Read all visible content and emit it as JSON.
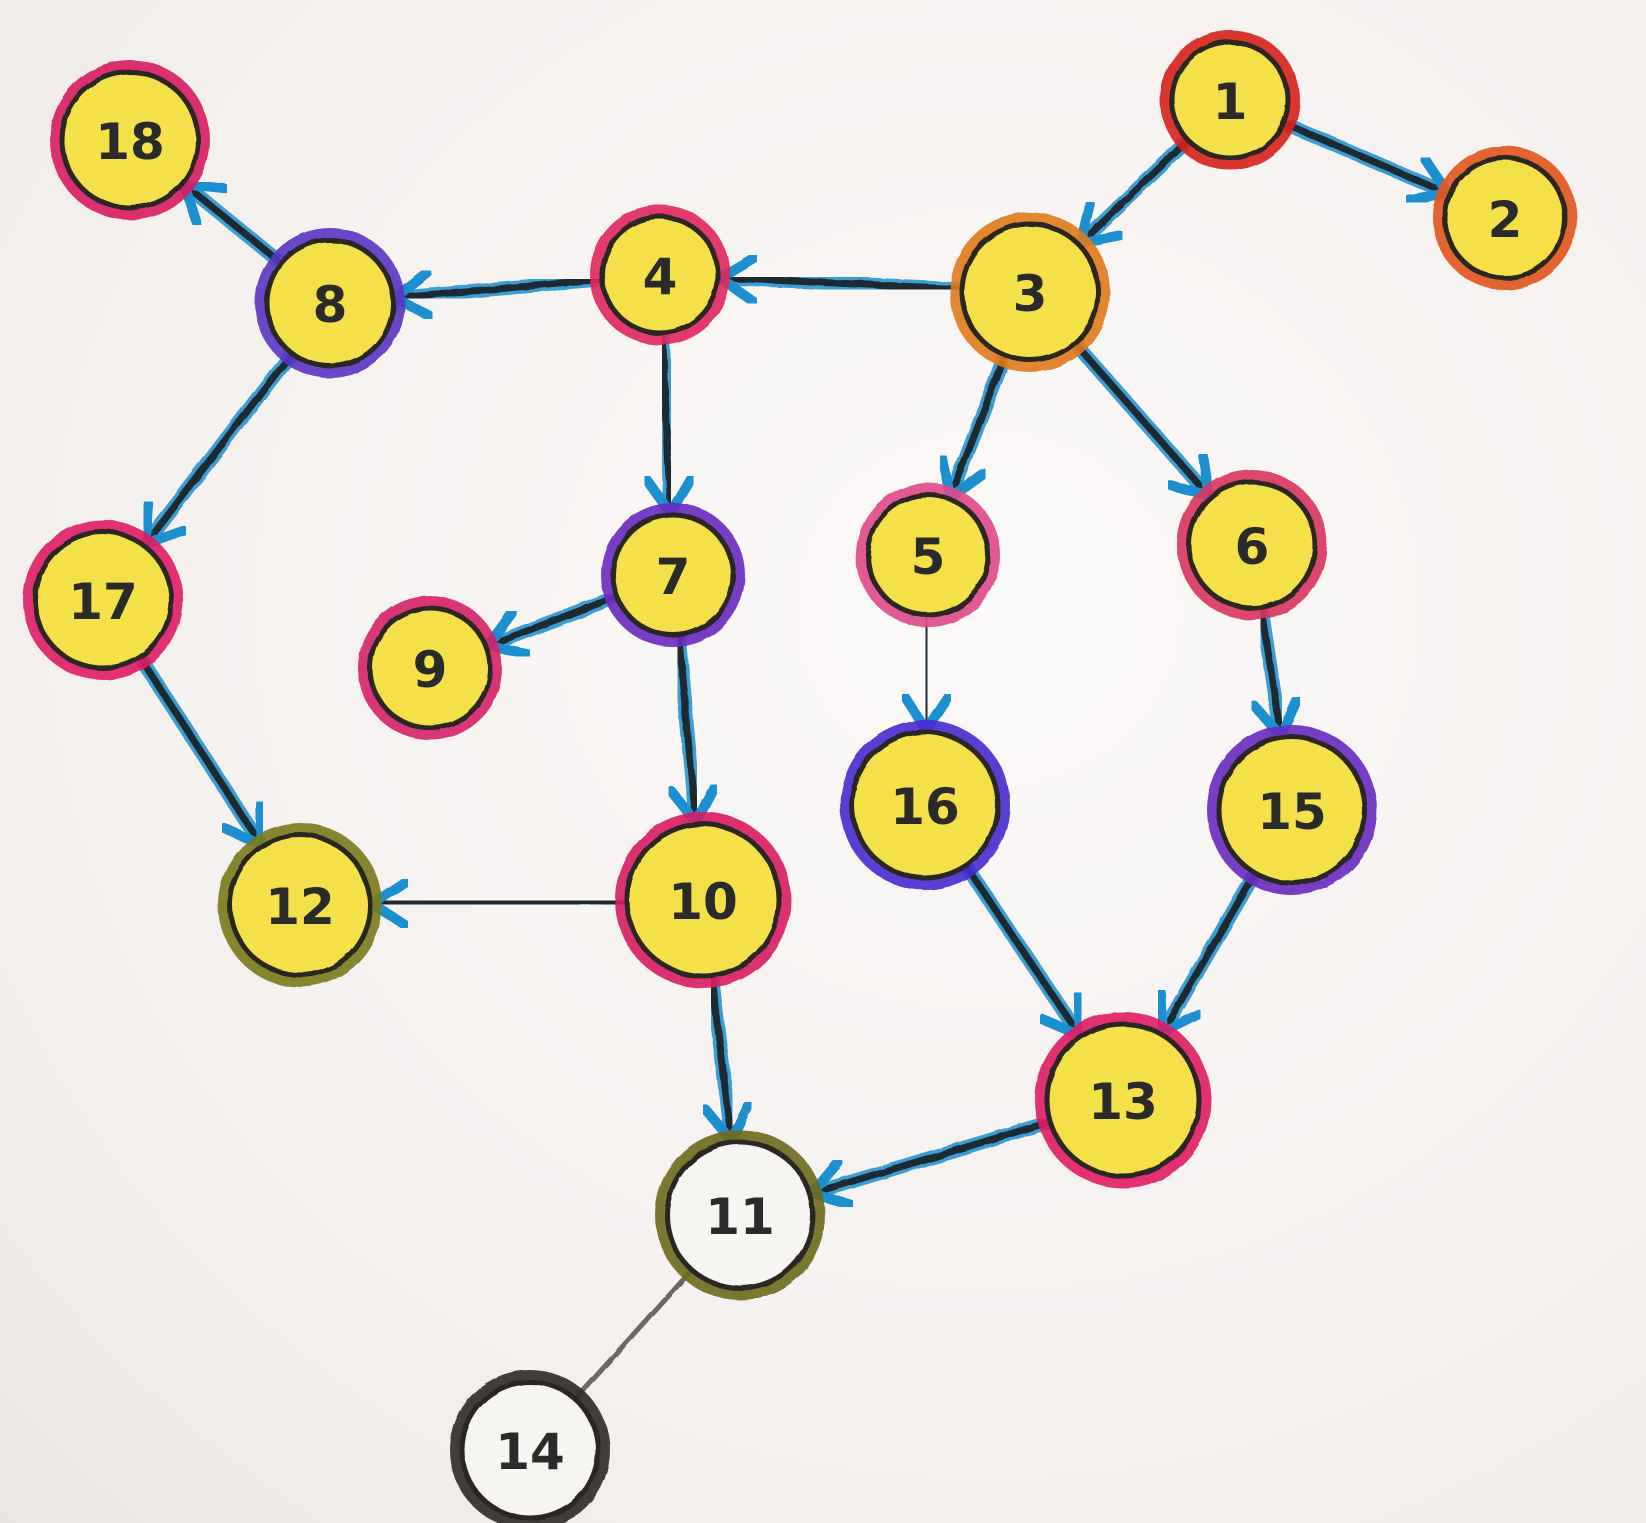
{
  "diagram": {
    "type": "directed-graph",
    "colors": {
      "edge_line": "#1e2a33",
      "arrow_head": "#1f8fd0",
      "node_fill": "#f4e04a",
      "node_fill_empty": "#f7f5f2",
      "undirected_edge": "#6e6862"
    },
    "nodes": [
      {
        "id": "1",
        "label": "1",
        "fill": "yellow",
        "border": "#d8231f"
      },
      {
        "id": "2",
        "label": "2",
        "fill": "yellow",
        "border": "#e2541a"
      },
      {
        "id": "3",
        "label": "3",
        "fill": "yellow",
        "border": "#e07a1c"
      },
      {
        "id": "4",
        "label": "4",
        "fill": "yellow",
        "border": "#e0265f"
      },
      {
        "id": "5",
        "label": "5",
        "fill": "yellow",
        "border": "#e04a8a"
      },
      {
        "id": "6",
        "label": "6",
        "fill": "yellow",
        "border": "#d8355f"
      },
      {
        "id": "7",
        "label": "7",
        "fill": "yellow",
        "border": "#6a2bbf"
      },
      {
        "id": "8",
        "label": "8",
        "fill": "yellow",
        "border": "#5a36c4"
      },
      {
        "id": "9",
        "label": "9",
        "fill": "yellow",
        "border": "#d6226a"
      },
      {
        "id": "10",
        "label": "10",
        "fill": "yellow",
        "border": "#d81e62"
      },
      {
        "id": "11",
        "label": "11",
        "fill": "empty",
        "border": "#6d6a1a"
      },
      {
        "id": "12",
        "label": "12",
        "fill": "yellow",
        "border": "#7a7a1a"
      },
      {
        "id": "13",
        "label": "13",
        "fill": "yellow",
        "border": "#e01e66"
      },
      {
        "id": "14",
        "label": "14",
        "fill": "empty",
        "border": "#2e2a28"
      },
      {
        "id": "15",
        "label": "15",
        "fill": "yellow",
        "border": "#6a2bbf"
      },
      {
        "id": "16",
        "label": "16",
        "fill": "yellow",
        "border": "#4a2bd0"
      },
      {
        "id": "17",
        "label": "17",
        "fill": "yellow",
        "border": "#e01e66"
      },
      {
        "id": "18",
        "label": "18",
        "fill": "yellow",
        "border": "#d81e62"
      }
    ],
    "edges": [
      {
        "from": "1",
        "to": "3",
        "directed": true
      },
      {
        "from": "1",
        "to": "2",
        "directed": true
      },
      {
        "from": "3",
        "to": "4",
        "directed": true
      },
      {
        "from": "4",
        "to": "8",
        "directed": true
      },
      {
        "from": "8",
        "to": "18",
        "directed": true
      },
      {
        "from": "8",
        "to": "17",
        "directed": true
      },
      {
        "from": "4",
        "to": "7",
        "directed": true
      },
      {
        "from": "3",
        "to": "5",
        "directed": true
      },
      {
        "from": "3",
        "to": "6",
        "directed": true
      },
      {
        "from": "7",
        "to": "9",
        "directed": true
      },
      {
        "from": "7",
        "to": "10",
        "directed": true
      },
      {
        "from": "17",
        "to": "12",
        "directed": true
      },
      {
        "from": "10",
        "to": "12",
        "directed": true
      },
      {
        "from": "10",
        "to": "11",
        "directed": true
      },
      {
        "from": "5",
        "to": "16",
        "directed": true
      },
      {
        "from": "6",
        "to": "15",
        "directed": true
      },
      {
        "from": "16",
        "to": "13",
        "directed": true
      },
      {
        "from": "15",
        "to": "13",
        "directed": true
      },
      {
        "from": "13",
        "to": "11",
        "directed": true
      },
      {
        "from": "11",
        "to": "14",
        "directed": false
      }
    ]
  }
}
